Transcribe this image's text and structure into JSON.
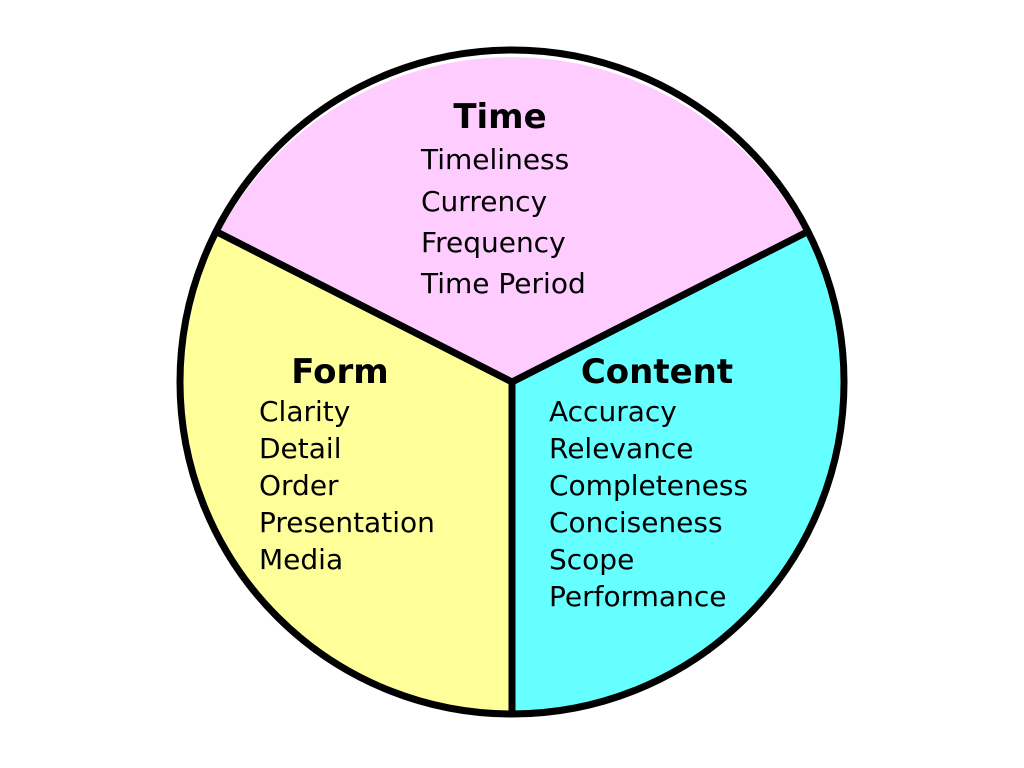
{
  "diagram": {
    "type": "pie-wheel",
    "colors": {
      "outline": "#000000",
      "background": "#ffffff"
    },
    "segments": [
      {
        "key": "time",
        "title": "Time",
        "color": "#ffccff",
        "items": [
          "Timeliness",
          "Currency",
          "Frequency",
          "Time Period"
        ]
      },
      {
        "key": "form",
        "title": "Form",
        "color": "#ffff99",
        "items": [
          "Clarity",
          "Detail",
          "Order",
          "Presentation",
          "Media"
        ]
      },
      {
        "key": "content",
        "title": "Content",
        "color": "#66ffff",
        "items": [
          "Accuracy",
          "Relevance",
          "Completeness",
          "Conciseness",
          "Scope",
          "Performance"
        ]
      }
    ]
  }
}
